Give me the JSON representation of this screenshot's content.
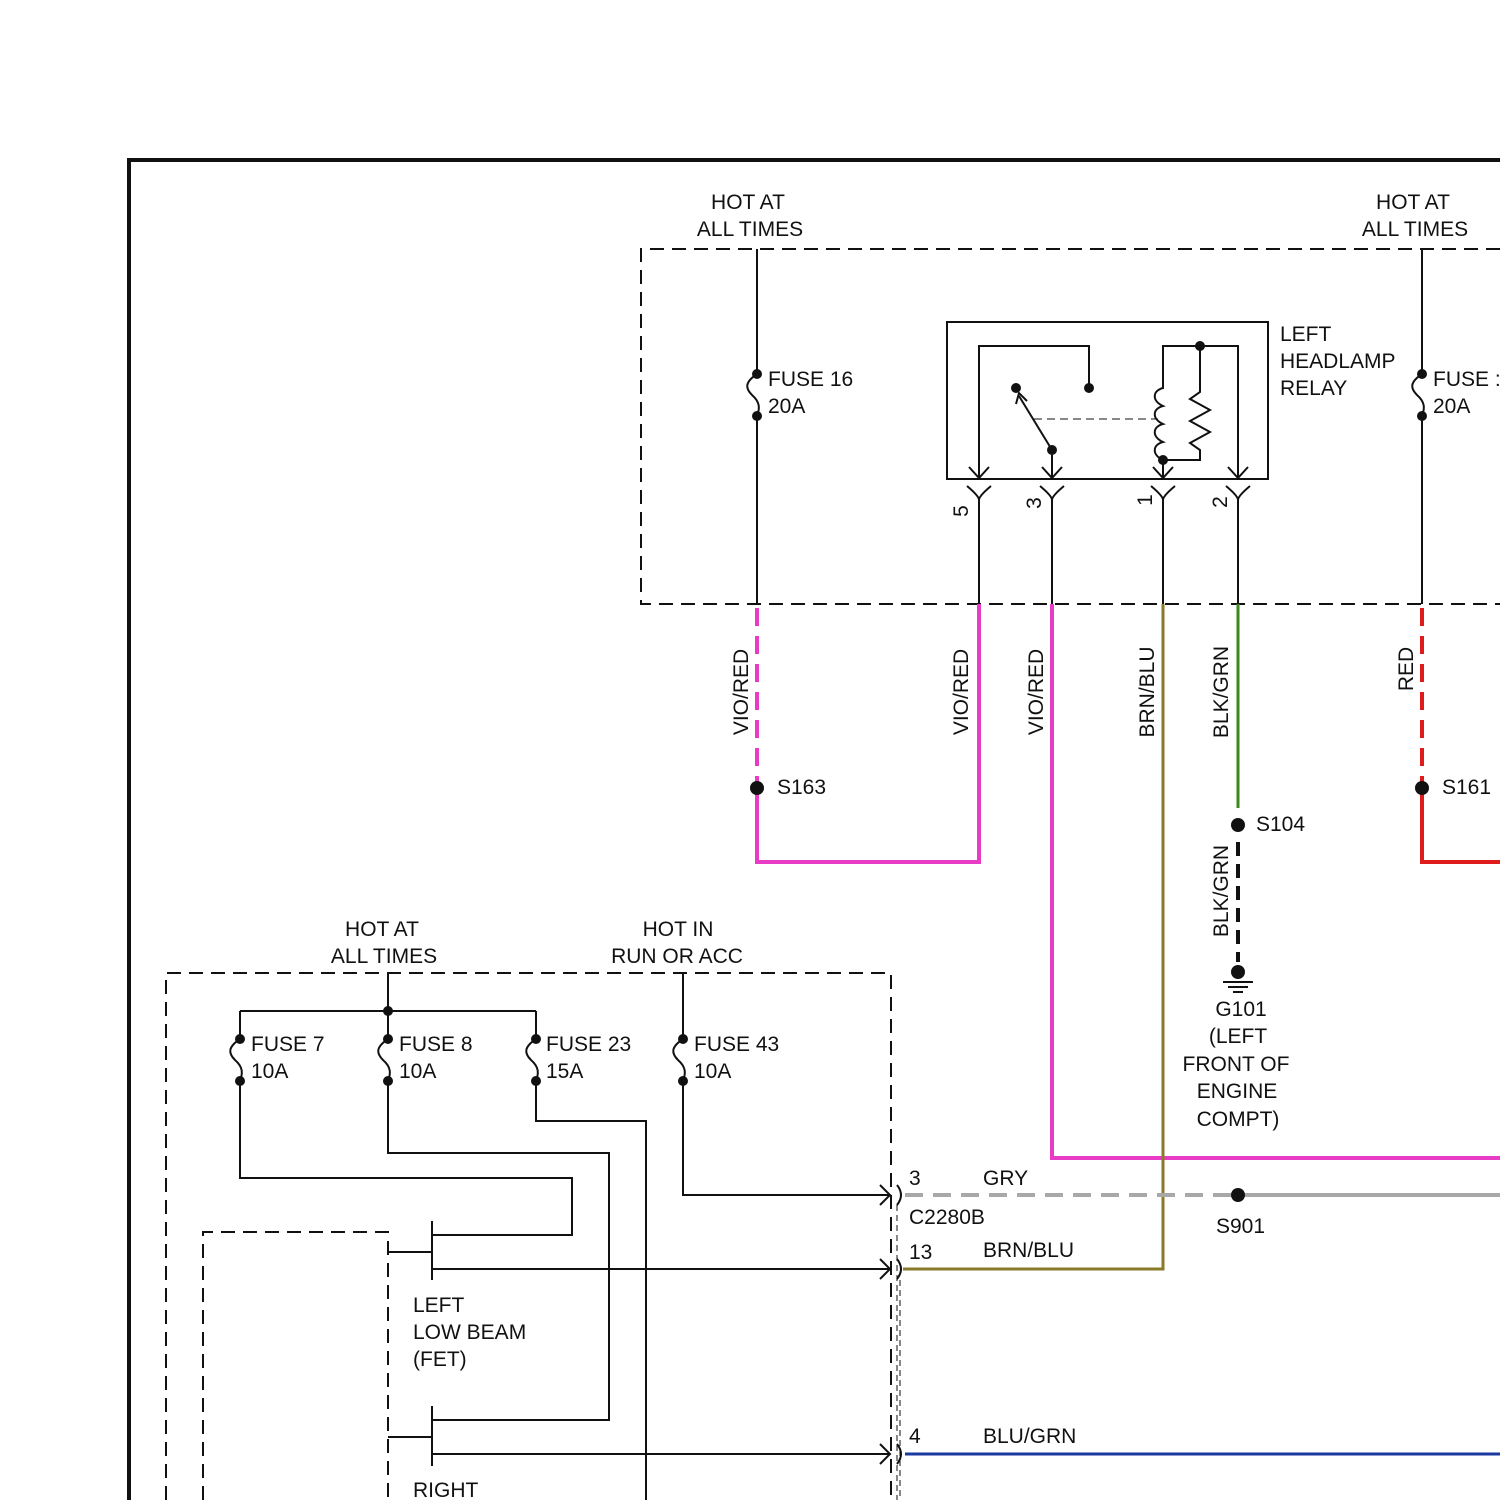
{
  "colors": {
    "vio_red": "#e83cc6",
    "red": "#e01b1b",
    "gry": "#a8a8a8",
    "blk_grn": "#3a8a1e",
    "brn_blu": "#8a7a2a",
    "blu_grn": "#1a3aa0"
  },
  "power_labels": {
    "top_left": [
      "HOT AT",
      "ALL TIMES"
    ],
    "top_right": [
      "HOT AT",
      "ALL TIMES"
    ],
    "lower_left": [
      "HOT AT",
      "ALL TIMES"
    ],
    "lower_right": [
      "HOT IN",
      "RUN OR ACC"
    ]
  },
  "fuses": {
    "fuse16": [
      "FUSE 16",
      "20A"
    ],
    "fuse_right": [
      "FUSE :",
      "20A"
    ],
    "fuse7": [
      "FUSE 7",
      "10A"
    ],
    "fuse8": [
      "FUSE 8",
      "10A"
    ],
    "fuse23": [
      "FUSE 23",
      "15A"
    ],
    "fuse43": [
      "FUSE 43",
      "10A"
    ]
  },
  "relay": {
    "label": [
      "LEFT",
      "HEADLAMP",
      "RELAY"
    ],
    "pins": [
      "5",
      "3",
      "1",
      "2"
    ]
  },
  "wire_labels": {
    "w1": "VIO/RED",
    "w2": "VIO/RED",
    "w3": "VIO/RED",
    "w4": "BRN/BLU",
    "w5": "BLK/GRN",
    "w6": "RED",
    "w7": "BLK/GRN",
    "gry": "GRY",
    "brn_blu": "BRN/BLU",
    "blu_grn": "BLU/GRN"
  },
  "splices": {
    "s163": "S163",
    "s104": "S104",
    "s161": "S161",
    "s901": "S901"
  },
  "ground": [
    "G101",
    "(LEFT",
    "FRONT OF",
    "ENGINE",
    "COMPT)"
  ],
  "connector": {
    "name": "C2280B",
    "pins": [
      "3",
      "13",
      "4"
    ]
  },
  "fets": {
    "left": [
      "LEFT",
      "LOW BEAM",
      "(FET)"
    ],
    "right": [
      "RIGHT"
    ]
  }
}
